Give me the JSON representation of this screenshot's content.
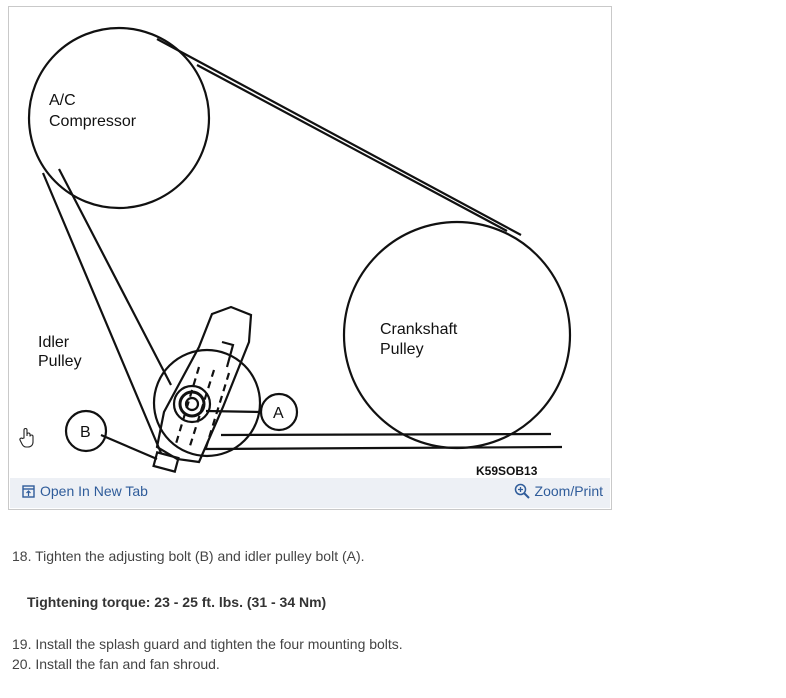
{
  "diagram": {
    "labels": {
      "ac_line1": "A/C",
      "ac_line2": "Compressor",
      "crank_line1": "Crankshaft",
      "crank_line2": "Pulley",
      "idler_line1": "Idler",
      "idler_line2": "Pulley",
      "callout_a": "A",
      "callout_b": "B",
      "figure_code": "K59SOB13"
    }
  },
  "toolbar": {
    "open_label": "Open In New Tab",
    "zoom_label": "Zoom/Print",
    "open_icon": "external-tab-icon",
    "zoom_icon": "zoom-in-icon"
  },
  "instructions": {
    "step18": "18. Tighten the adjusting bolt (B) and idler pulley bolt (A).",
    "torque": "Tightening torque: 23 - 25 ft. lbs. (31 - 34 Nm)",
    "step19": "19. Install the splash guard and tighten the four mounting bolts.",
    "step20": "20. Install the fan and fan shroud."
  },
  "colors": {
    "link": "#2f5c9a",
    "toolbar_bg": "#edf0f5",
    "line_art": "#111111"
  }
}
